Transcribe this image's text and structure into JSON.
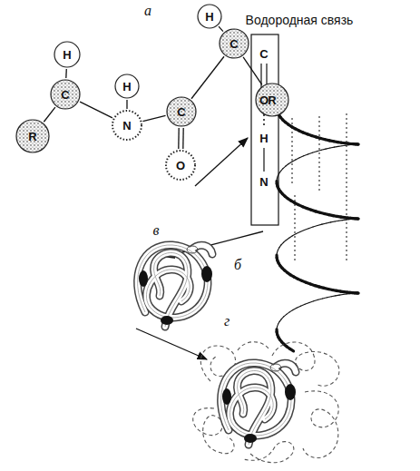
{
  "diagram": {
    "nodes": [
      {
        "text": [
          "H"
        ]
      },
      {
        "text": [
          "C"
        ]
      },
      {
        "text": [
          "R"
        ]
      },
      {
        "text": [
          "H"
        ]
      },
      {
        "text": [
          "N"
        ]
      },
      {
        "text": [
          "C"
        ]
      },
      {
        "text": [
          "O"
        ]
      },
      {
        "text": [
          "H"
        ]
      },
      {
        "text": [
          "C"
        ]
      },
      {
        "text": [
          "R"
        ]
      }
    ],
    "edges": [
      {
        "from": 0,
        "to": 1,
        "arrow": "none"
      },
      {
        "from": 1,
        "to": 2,
        "arrow": "none"
      },
      {
        "from": 1,
        "to": 4,
        "arrow": "none"
      },
      {
        "from": 3,
        "to": 4,
        "arrow": "none"
      },
      {
        "from": 4,
        "to": 5,
        "arrow": "none"
      },
      {
        "from": 5,
        "to": 6,
        "arrow": "none"
      },
      {
        "from": 5,
        "to": 8,
        "arrow": "none"
      },
      {
        "from": 7,
        "to": 8,
        "arrow": "none"
      },
      {
        "from": 8,
        "to": 9,
        "arrow": "none"
      }
    ],
    "labels": [
      "а",
      "Водородная связь",
      "C",
      "O",
      "H",
      "N",
      "б",
      "в",
      "г"
    ]
  }
}
